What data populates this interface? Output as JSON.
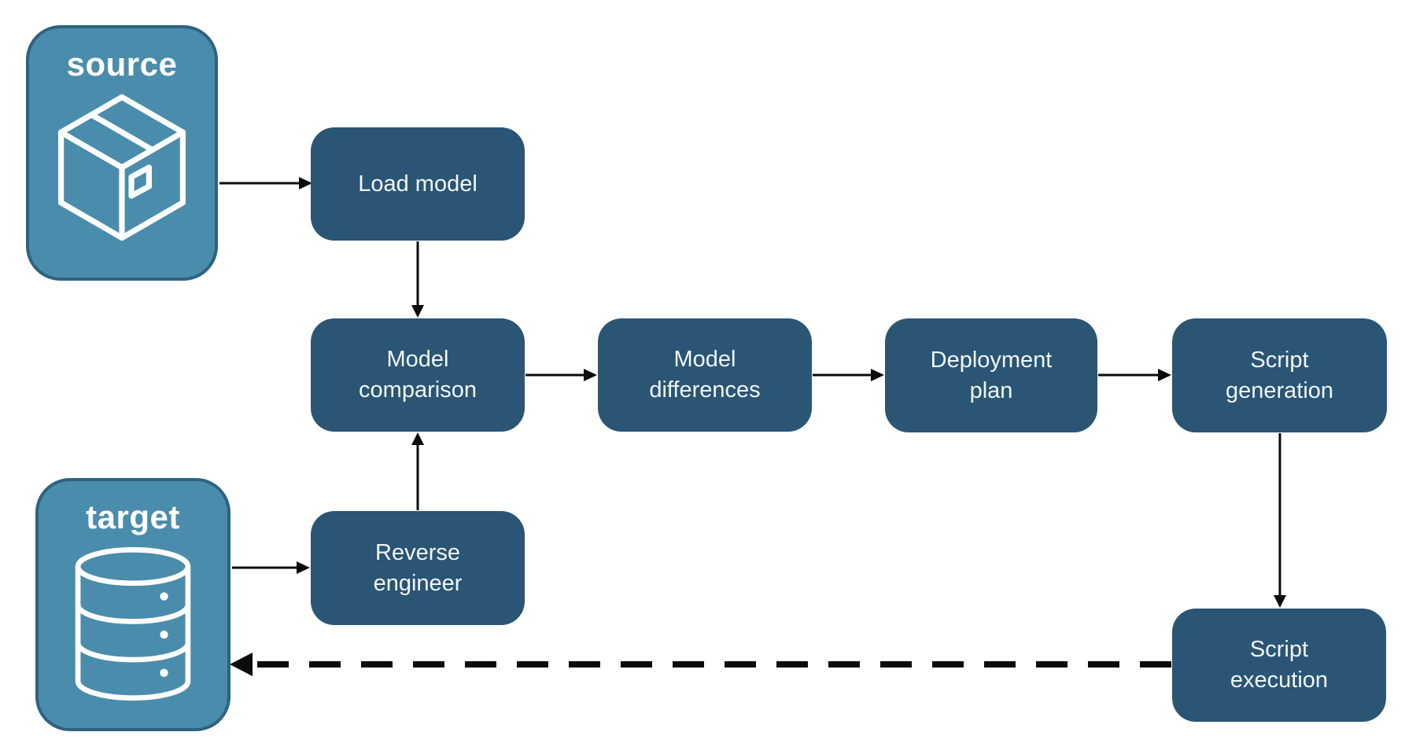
{
  "diagram": {
    "background": "#FFFFFF",
    "colors": {
      "entity_fill": "#4A8CAB",
      "entity_border": "#2D6380",
      "process_fill": "#2A5574",
      "label_text": "#F2F6F8",
      "arrow": "#0B0B0B"
    },
    "nodes": {
      "source": {
        "type": "entity",
        "label": "source",
        "icon": "package-icon"
      },
      "target": {
        "type": "entity",
        "label": "target",
        "icon": "database-icon"
      },
      "load_model": {
        "type": "process",
        "label": "Load model"
      },
      "model_comparison": {
        "type": "process",
        "label": "Model comparison"
      },
      "model_differences": {
        "type": "process",
        "label": "Model differences"
      },
      "deployment_plan": {
        "type": "process",
        "label": "Deployment plan"
      },
      "script_generation": {
        "type": "process",
        "label": "Script generation"
      },
      "reverse_engineer": {
        "type": "process",
        "label": "Reverse engineer"
      },
      "script_execution": {
        "type": "process",
        "label": "Script execution"
      }
    },
    "edges": [
      {
        "from": "source",
        "to": "load_model",
        "style": "solid"
      },
      {
        "from": "load_model",
        "to": "model_comparison",
        "style": "solid"
      },
      {
        "from": "target",
        "to": "reverse_engineer",
        "style": "solid"
      },
      {
        "from": "reverse_engineer",
        "to": "model_comparison",
        "style": "solid"
      },
      {
        "from": "model_comparison",
        "to": "model_differences",
        "style": "solid"
      },
      {
        "from": "model_differences",
        "to": "deployment_plan",
        "style": "solid"
      },
      {
        "from": "deployment_plan",
        "to": "script_generation",
        "style": "solid"
      },
      {
        "from": "script_generation",
        "to": "script_execution",
        "style": "solid"
      },
      {
        "from": "script_execution",
        "to": "target",
        "style": "dashed"
      }
    ]
  }
}
